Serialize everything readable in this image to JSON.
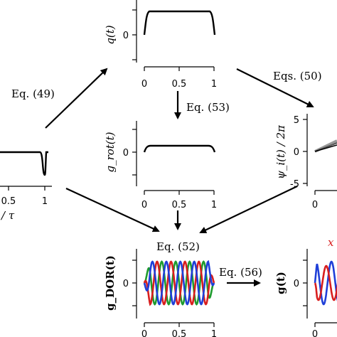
{
  "arrows": {
    "eq49": "Eq. (49)",
    "eq50": "Eqs. (50)",
    "eq53": "Eq. (53)",
    "eq52": "Eq. (52)",
    "eq56": "Eq. (56)"
  },
  "panels": {
    "left": {
      "x_tick_labels": [
        "0.5",
        "1"
      ],
      "xlabel": "/ τ"
    },
    "q": {
      "ylabel": "q(t)",
      "y_tick_label": "0",
      "x_tick_labels": [
        "0",
        "0.5",
        "1"
      ]
    },
    "g_rot": {
      "ylabel": "g_rot(t)",
      "y_tick_label": "0",
      "x_tick_labels": [
        "0",
        "0.5",
        "1"
      ]
    },
    "psi": {
      "ylabel": "ψ_i(t) / 2π",
      "y_tick_labels": [
        "5",
        "0",
        "-5"
      ],
      "x_tick_labels": [
        "0"
      ]
    },
    "g_dor": {
      "ylabel": "g_DOR(t)",
      "y_tick_label": "0",
      "x_tick_labels": [
        "0",
        "0.5",
        "1"
      ],
      "series_colors": [
        "#1f3fd8",
        "#d81e1e",
        "#1e9b2e"
      ]
    },
    "g": {
      "ylabel": "g(t)",
      "y_tick_label": "0",
      "x_tick_labels": [
        "0"
      ],
      "component_label": "x",
      "series_colors": [
        "#1f3fd8",
        "#d81e1e"
      ]
    }
  }
}
